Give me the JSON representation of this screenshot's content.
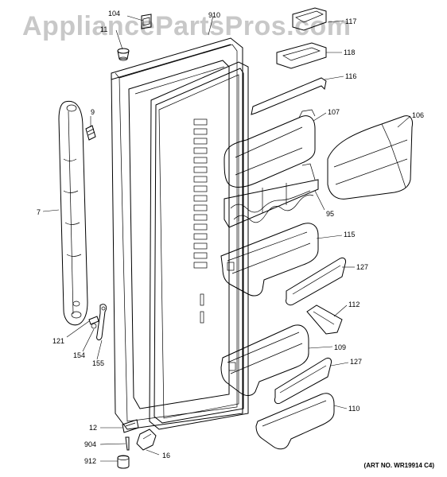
{
  "watermark": "AppliancePartsPros.com",
  "art_number": "(ART NO. WR19914 C4)",
  "callouts": {
    "c104": "104",
    "c910": "910",
    "c117": "117",
    "c11": "11",
    "c118": "118",
    "c116": "116",
    "c9": "9",
    "c107": "107",
    "c106": "106",
    "c7": "7",
    "c95": "95",
    "c115": "115",
    "c127a": "127",
    "c112": "112",
    "c121": "121",
    "c154": "154",
    "c155": "155",
    "c109": "109",
    "c127b": "127",
    "c110": "110",
    "c12": "12",
    "c904": "904",
    "c912": "912",
    "c16": "16"
  }
}
